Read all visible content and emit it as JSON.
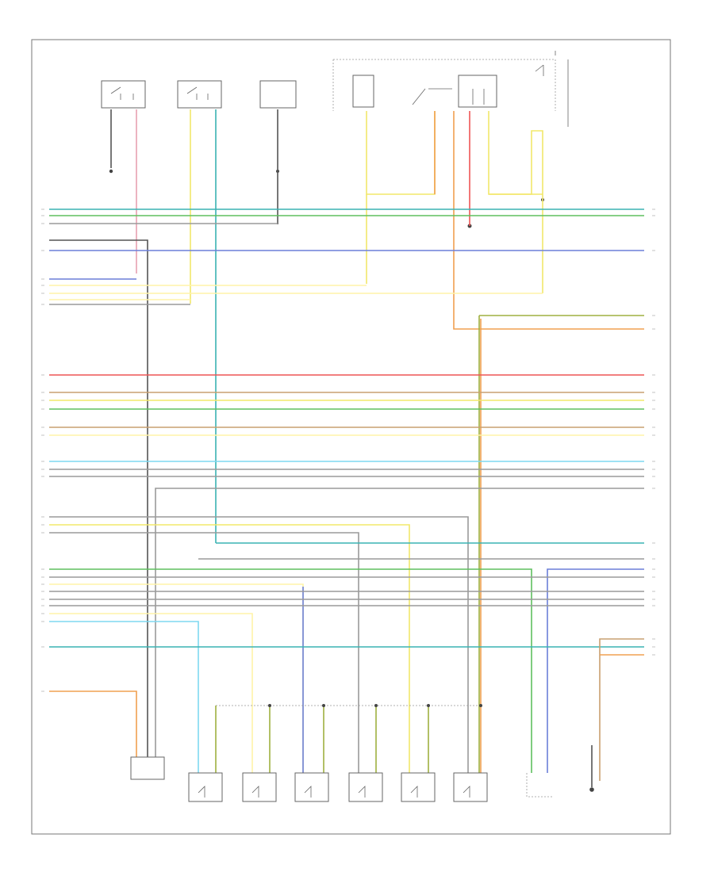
{
  "diagram": {
    "page_id": "",
    "note_label": "",
    "top_components": [
      {
        "id": "relay-1",
        "label": ""
      },
      {
        "id": "relay-2",
        "label": ""
      },
      {
        "id": "module-1",
        "label": ""
      },
      {
        "id": "switch-group",
        "label": ""
      },
      {
        "id": "relay-3",
        "label": ""
      }
    ],
    "bottom_components": [
      {
        "id": "left-sensor",
        "label": ""
      },
      {
        "id": "inj-1",
        "label": ""
      },
      {
        "id": "inj-2",
        "label": ""
      },
      {
        "id": "inj-3",
        "label": ""
      },
      {
        "id": "inj-4",
        "label": ""
      },
      {
        "id": "inj-5",
        "label": ""
      },
      {
        "id": "inj-6",
        "label": ""
      },
      {
        "id": "right-sensor",
        "label": ""
      },
      {
        "id": "ground",
        "label": ""
      }
    ],
    "left_pins": [
      "",
      "",
      "",
      "",
      "",
      "",
      "",
      "",
      "",
      "",
      "",
      "",
      "",
      "",
      "",
      "",
      "",
      "",
      "",
      "",
      "",
      "",
      "",
      "",
      "",
      "",
      "",
      "",
      "",
      "",
      "",
      "",
      ""
    ],
    "right_pins": [
      "",
      "",
      "",
      "",
      "",
      "",
      "",
      "",
      "",
      "",
      "",
      "",
      "",
      "",
      "",
      "",
      "",
      "",
      "",
      "",
      "",
      "",
      "",
      "",
      ""
    ],
    "wire_colors": {
      "teal": "#3ab3b3",
      "green": "#5fbf5f",
      "yellow": "#f2e86a",
      "gray": "#9a9a9a",
      "dark": "#555555",
      "blue": "#6b7fd8",
      "lightyellow": "#fff3a8",
      "orange": "#f0a050",
      "red": "#ee5555",
      "tan": "#c9a070",
      "lightblue": "#7fd8f0",
      "olive": "#9fb040",
      "pink": "#e8a0b0"
    }
  }
}
